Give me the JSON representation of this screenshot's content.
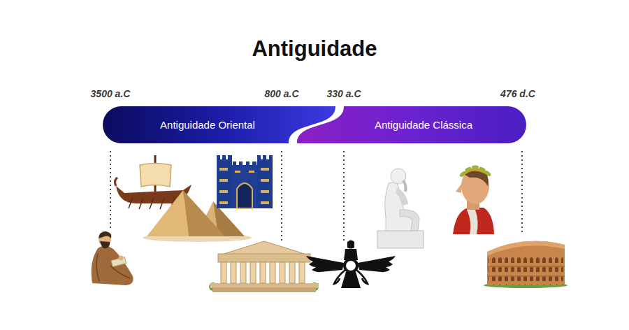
{
  "diagram": {
    "title": "Antiguidade",
    "nodes": [
      {
        "text": [
          "Antiguidade Oriental"
        ]
      },
      {
        "text": [
          "Antiguidade Clássica"
        ]
      }
    ],
    "labels": [
      "3500 a.C",
      "800 a.C",
      "330 a.C",
      "476 d.C"
    ]
  }
}
